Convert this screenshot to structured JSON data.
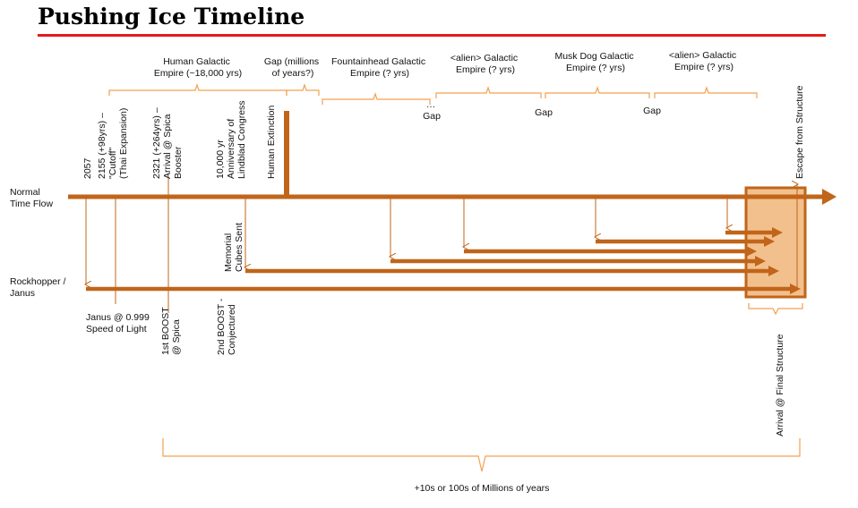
{
  "title": "Pushing Ice Timeline",
  "colors": {
    "arrow": "#c0651a",
    "bracket": "#f4a04f",
    "box_fill": "#f2c08c",
    "rule": "#e41a1c"
  },
  "lanes": {
    "normal": [
      "Normal",
      "Time Flow"
    ],
    "rockhopper": [
      "Rockhopper /",
      "Janus"
    ]
  },
  "eras": {
    "human": [
      "Human Galactic",
      "Empire (~18,000 yrs)"
    ],
    "gap_millions": [
      "Gap (millions",
      "of years?)"
    ],
    "fountainhead": [
      "Fountainhead Galactic",
      "Empire (? yrs)"
    ],
    "alien1": [
      "<alien> Galactic",
      "Empire (? yrs)"
    ],
    "musk_dog": [
      "Musk Dog Galactic",
      "Empire (? yrs)"
    ],
    "alien2": [
      "<alien> Galactic",
      "Empire (? yrs)"
    ],
    "gap_label": "Gap",
    "ellipsis": "…"
  },
  "events_top": {
    "e2057": "2057",
    "e2155": [
      "2155 (+98yrs) –",
      "\"Cutoff\"",
      "(Thai Expansion)"
    ],
    "e2321": [
      "2321 (+264yrs) –",
      "Arrival @ Spica",
      "Booster"
    ],
    "e10000": [
      "10,000 yr",
      "Anniversary of",
      "Lindblad Congress"
    ],
    "extinction": "Human Extinction",
    "escape": "Escape from Structure"
  },
  "events_bottom": {
    "memorial": [
      "Memorial",
      "Cubes Sent"
    ],
    "janus_speed": [
      "Janus @ 0.999",
      "Speed of Light"
    ],
    "boost1": [
      "1st BOOST",
      "@ Spica"
    ],
    "boost2": [
      "2nd BOOST -",
      "Conjectured"
    ],
    "arrival": "Arrival @ Final Structure",
    "span": "+10s or 100s of Millions of years"
  }
}
